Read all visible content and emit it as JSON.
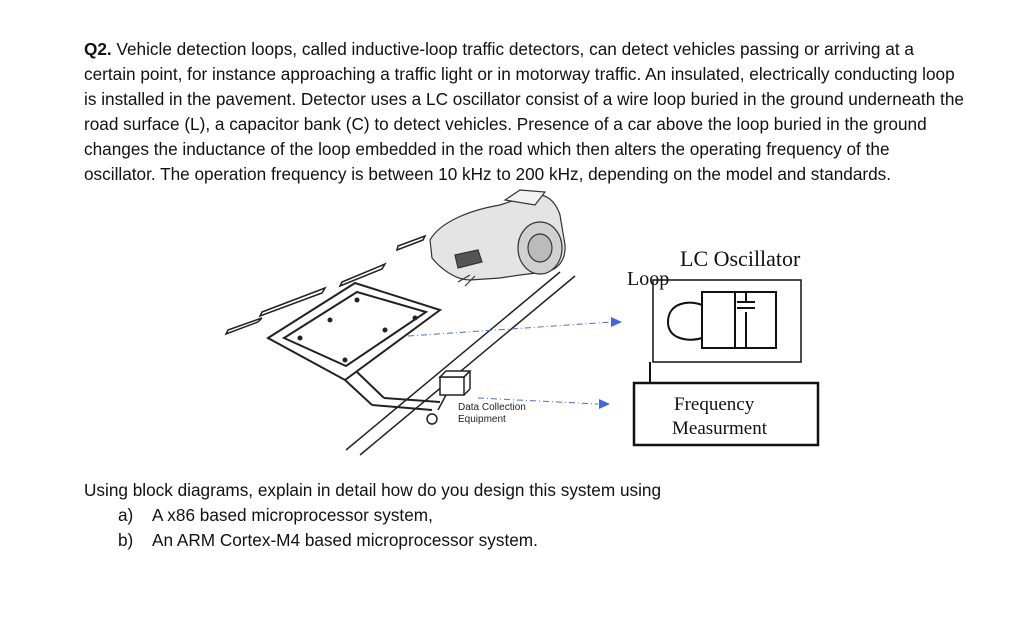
{
  "question": {
    "number": "Q2.",
    "text": "Vehicle detection loops, called inductive-loop traffic detectors, can detect vehicles passing or arriving at a certain point, for instance approaching a traffic light or in motorway traffic. An insulated, electrically conducting loop is installed in the pavement. Detector uses a LC oscillator consist of a wire loop buried in the ground underneath the road surface (L), a capacitor bank (C) to detect vehicles. Presence of a car above the loop buried in the ground changes the inductance of the loop embedded in the road which then alters the operating frequency of the oscillator. The operation frequency is between 10 kHz to 200 kHz, depending on the model and standards."
  },
  "figure": {
    "lc_oscillator_label": "LC Oscillator",
    "loop_label": "Loop",
    "frequency_label_line1": "Frequency",
    "frequency_label_line2": "Measurment",
    "data_collection_line1": "Data Collection",
    "data_collection_line2": "Equipment"
  },
  "task": {
    "prompt": "Using block diagrams, explain in detail how do you design this system using",
    "items": [
      {
        "marker": "a)",
        "text": "A x86 based microprocessor system,"
      },
      {
        "marker": "b)",
        "text": "An ARM Cortex-M4 based microprocessor system."
      }
    ]
  }
}
